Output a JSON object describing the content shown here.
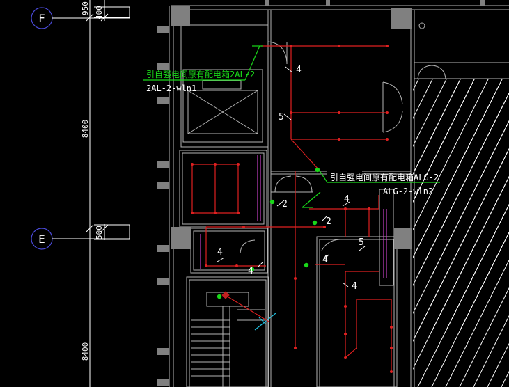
{
  "drawing": {
    "axes": [
      {
        "label": "F"
      },
      {
        "label": "E"
      }
    ],
    "dimensions": {
      "d950": "950",
      "d400": "400",
      "d8400_upper": "8400",
      "d500": "500",
      "d8400_lower": "8400"
    },
    "annotations": {
      "panel_2al_note": "引自强电间原有配电箱2AL-2",
      "panel_2al_circuit": "2AL-2-wln1",
      "panel_alg_note": "引自强电间原有配电箱ALG-2",
      "panel_alg_circuit": "ALG-2-wln2"
    },
    "wire_counts": [
      {
        "id": "a",
        "value": "4"
      },
      {
        "id": "b",
        "value": "5"
      },
      {
        "id": "c",
        "value": "2"
      },
      {
        "id": "d",
        "value": "4"
      },
      {
        "id": "e",
        "value": "2"
      },
      {
        "id": "f",
        "value": "4"
      },
      {
        "id": "g",
        "value": "4"
      },
      {
        "id": "h",
        "value": "5"
      },
      {
        "id": "i",
        "value": "4"
      },
      {
        "id": "j",
        "value": "4"
      }
    ],
    "colors": {
      "background": "#000000",
      "walls": "#b4b4b4",
      "columns": "#808080",
      "wiring": "#e02020",
      "leader": "#19d819",
      "dimension": "#ffffff",
      "grid_circle": "#4a4ad8",
      "hatch": "#ffffff",
      "accent_magenta": "#c040c0",
      "accent_cyan": "#20c0e0"
    }
  }
}
